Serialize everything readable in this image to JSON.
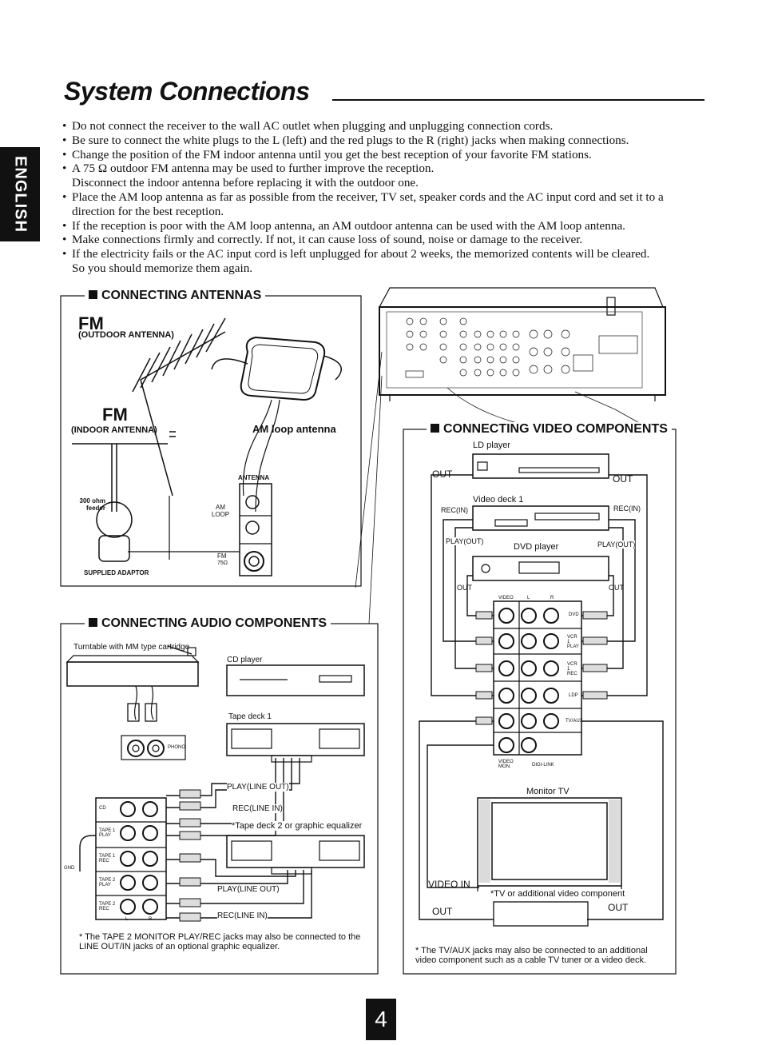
{
  "page": {
    "title": "System Connections",
    "language_tab": "ENGLISH",
    "page_number": "4"
  },
  "notes": [
    "Do not connect the receiver to the wall AC outlet when plugging and unplugging connection cords.",
    "Be sure to connect the white plugs to the L (left) and the red plugs to the R (right)  jacks when making connections.",
    "Change the position of the FM indoor antenna until you get the best reception of your favorite FM stations.",
    "A 75 Ω outdoor FM antenna may be used to further improve the reception.",
    "Disconnect the indoor antenna before replacing it with the outdoor one.",
    "Place the AM loop antenna as far as possible from the receiver, TV set, speaker cords and the AC input cord and set it to a",
    "direction for the best reception.",
    "If the reception is poor with the AM loop antenna, an AM outdoor antenna can be used with the AM loop antenna.",
    "Make connections firmly and correctly. If not, it can cause loss of sound, noise or damage to the receiver.",
    "If the electricity fails or the AC input cord is left unplugged for about 2 weeks, the memorized contents will be cleared.",
    "So you should memorize them again."
  ],
  "antennas": {
    "heading": "CONNECTING ANTENNAS",
    "fm_outdoor_title": "FM",
    "fm_outdoor_sub": "(OUTDOOR ANTENNA)",
    "fm_indoor_title": "FM",
    "fm_indoor_sub": "(INDOOR ANTENNA)",
    "am_loop": "AM loop antenna",
    "feeder": "300  ohm feeder",
    "adaptor": "SUPPLIED  ADAPTOR",
    "panel_label": "ANTENNA",
    "am_label": "AM LOOP",
    "fm_label": "FM",
    "fm_ohm": "75Ω"
  },
  "audio": {
    "heading": "CONNECTING AUDIO COMPONENTS",
    "turntable": "Turntable with MM type cartridge",
    "cd_player": "CD player",
    "tape_deck1": "Tape deck 1",
    "play_line_out_1": "PLAY(LINE OUT)",
    "rec_line_in_1": "REC(LINE IN)",
    "tape_deck2": "*Tape deck 2 or graphic equalizer",
    "play_line_out_2": "PLAY(LINE OUT)",
    "rec_line_in_2": "REC(LINE IN)",
    "phono": "PHONO",
    "gnd": "GND",
    "jack_labels": [
      "CD",
      "TAPE 1 PLAY",
      "TAPE 1 REC",
      "TAPE 2 PLAY",
      "TAPE 2 REC"
    ],
    "l": "L",
    "r": "R",
    "footnote": "* The TAPE 2 MONITOR PLAY/REC jacks may also be connected to the LINE OUT/IN jacks of an optional graphic equalizer."
  },
  "video": {
    "heading": "CONNECTING VIDEO COMPONENTS",
    "ld_player": "LD player",
    "out_left": "OUT",
    "out_right": "OUT",
    "video_deck1": "Video deck 1",
    "rec_in_left": "REC(IN)",
    "rec_in_right": "REC(IN)",
    "play_out_left": "PLAY(OUT)",
    "play_out_right": "PLAY(OUT)",
    "dvd_player": "DVD player",
    "dvd_out_left": "OUT",
    "dvd_out_right": "OUT",
    "col_video": "VIDEO",
    "col_l": "L",
    "col_r": "R",
    "row_labels": [
      "DVD",
      "VCR 1 PLAY",
      "VCR 1 REC",
      "LDP",
      "TV/AUX"
    ],
    "video_mon": "VIDEO MON.",
    "digi_link": "DIGI-LINK",
    "monitor_tv": "Monitor TV",
    "video_in": "VIDEO IN",
    "tv_additional": "*TV or additional video component",
    "tv_out_left": "OUT",
    "tv_out_right": "OUT",
    "footnote": "* The TV/AUX jacks may also be connected to an additional video component such as a cable TV tuner or a video deck."
  }
}
